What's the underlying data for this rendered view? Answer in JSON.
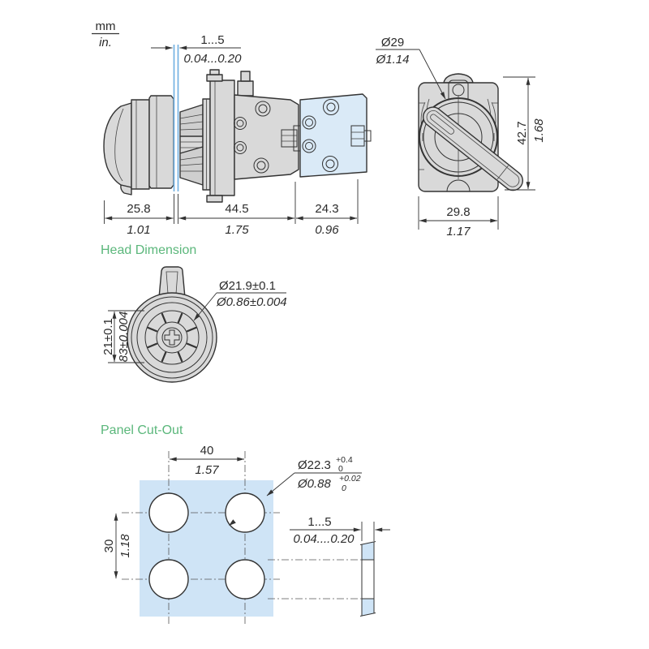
{
  "title_units": {
    "mm": "mm",
    "in": "in."
  },
  "headings": {
    "head_dimension": "Head Dimension",
    "panel_cutout": "Panel Cut-Out"
  },
  "side_view": {
    "panel_thickness": {
      "mm": "1...5",
      "in": "0.04...0.20"
    },
    "head_depth": {
      "mm": "25.8",
      "in": "1.01"
    },
    "body_depth": {
      "mm": "44.5",
      "in": "1.75"
    },
    "contact_block_depth": {
      "mm": "24.3",
      "in": "0.96"
    }
  },
  "front_view": {
    "bezel_diameter": {
      "mm": "Ø29",
      "in": "Ø1.14"
    },
    "overall_height": {
      "mm": "42.7",
      "in": "1.68"
    },
    "overall_width": {
      "mm": "29.8",
      "in": "1.17"
    }
  },
  "head_view": {
    "head_diameter": {
      "mm": "Ø21.9±0.1",
      "in": "Ø0.86±0.004"
    },
    "head_height": {
      "mm": "21±0.1",
      "in": "83±0.004"
    }
  },
  "panel_cutout": {
    "hole_pitch_horizontal": {
      "mm": "40",
      "in": "1.57"
    },
    "hole_pitch_vertical": {
      "mm": "30",
      "in": "1.18"
    },
    "hole_diameter": {
      "mm": "Ø22.3",
      "mm_tol_upper": "+0.4",
      "mm_tol_lower": "0",
      "in": "Ø0.88",
      "in_tol_upper": "+0.02",
      "in_tol_lower": "0"
    },
    "panel_thickness": {
      "mm": "1...5",
      "in": "0.04....0.20"
    }
  },
  "colors": {
    "heading_green": "#5bb77b",
    "drawing_line": "#333333",
    "part_gray": "#d9d9d9",
    "contact_block_blue": "#daeaf7",
    "panel_blue": "#cfe4f6",
    "panel_line_blue": "#74b2e2"
  }
}
